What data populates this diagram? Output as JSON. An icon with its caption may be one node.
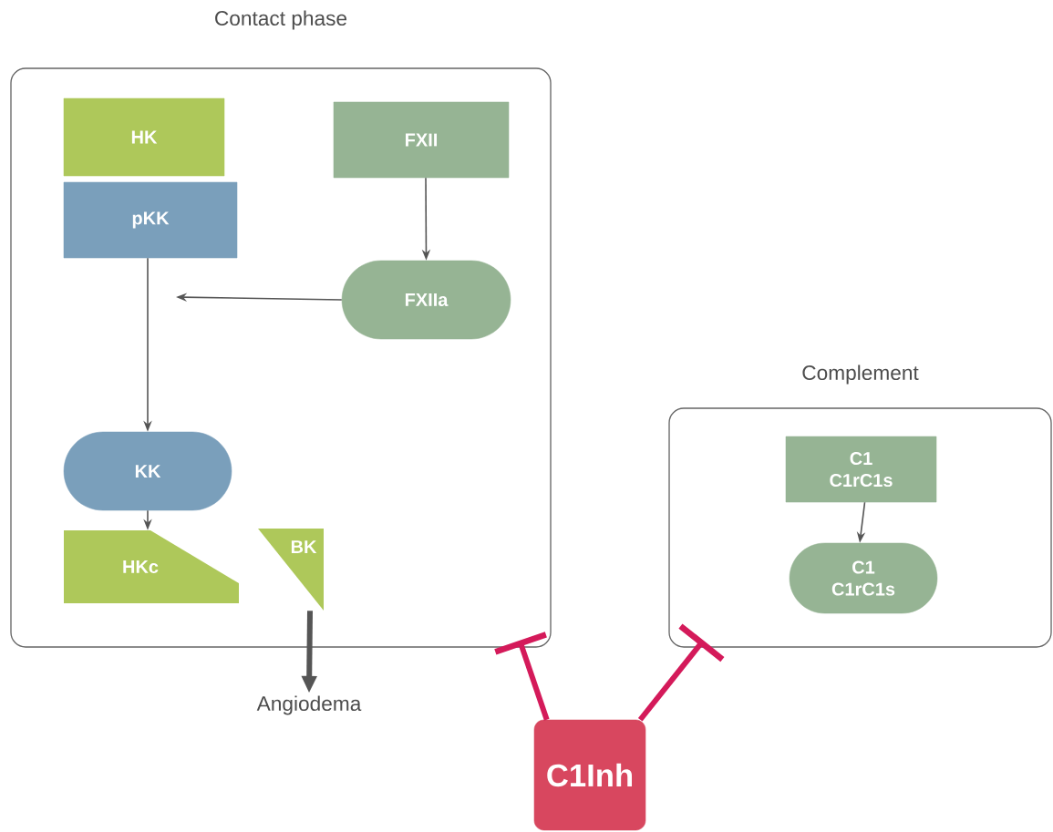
{
  "diagram": {
    "nodes": [
      {
        "text": [
          "Contact phase"
        ]
      },
      {
        "text": [
          "HK"
        ],
        "in": 0
      },
      {
        "text": [
          "pKK"
        ],
        "in": 0
      },
      {
        "text": [
          "FXII"
        ],
        "in": 0
      },
      {
        "text": [
          "FXIIa"
        ],
        "in": 0
      },
      {
        "text": [
          "KK"
        ],
        "in": 0
      },
      {
        "text": [
          "HKc"
        ],
        "in": 0
      },
      {
        "text": [
          "BK"
        ],
        "in": 0
      },
      {
        "text": [
          "Angiodema"
        ]
      },
      {
        "text": [
          "Complement"
        ]
      },
      {
        "text": [
          "C1 C1rC1s"
        ],
        "in": 9
      },
      {
        "text": [
          "C1 C1rC1s"
        ],
        "in": 9
      },
      {
        "text": [
          "C1Inh"
        ]
      }
    ],
    "edges": [
      {
        "from": 3,
        "to": 4,
        "arrow": "to"
      },
      {
        "from": 4,
        "to": null,
        "arrow": "to"
      },
      {
        "from": 2,
        "to": 5,
        "arrow": "to"
      },
      {
        "from": 5,
        "to": 6,
        "arrow": "to"
      },
      {
        "from": 7,
        "to": 8,
        "arrow": "to",
        "style": "thick"
      },
      {
        "from": 10,
        "to": 11,
        "arrow": "to"
      },
      {
        "from": 12,
        "to": 0,
        "arrow": "other",
        "style": "thick",
        "color": "#d41a5a"
      },
      {
        "from": 12,
        "to": 9,
        "arrow": "other",
        "style": "thick",
        "color": "#d41a5a"
      }
    ]
  }
}
